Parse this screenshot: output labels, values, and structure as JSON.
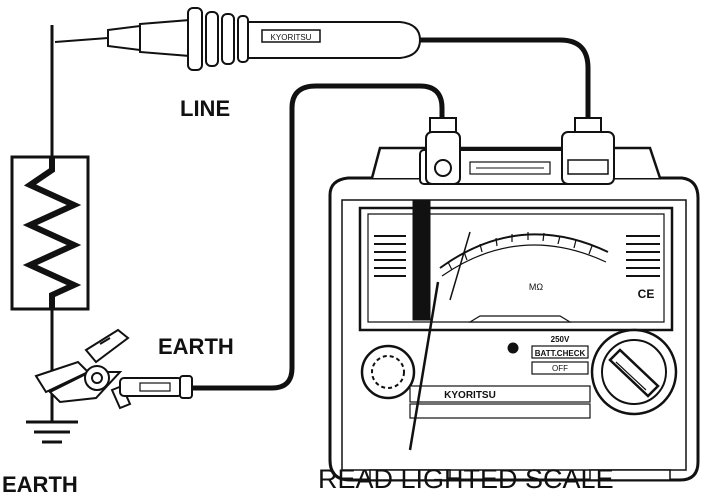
{
  "labels": {
    "line": "LINE",
    "earth_lead": "EARTH",
    "earth_ground": "EARTH",
    "read_scale": "READ LIGHTED SCALE"
  },
  "meter": {
    "brand": "KYORITSU",
    "voltage": "250V",
    "batt_check": "BATT.CHECK",
    "off": "OFF",
    "scale_unit": "MΩ",
    "ce": "CE"
  }
}
